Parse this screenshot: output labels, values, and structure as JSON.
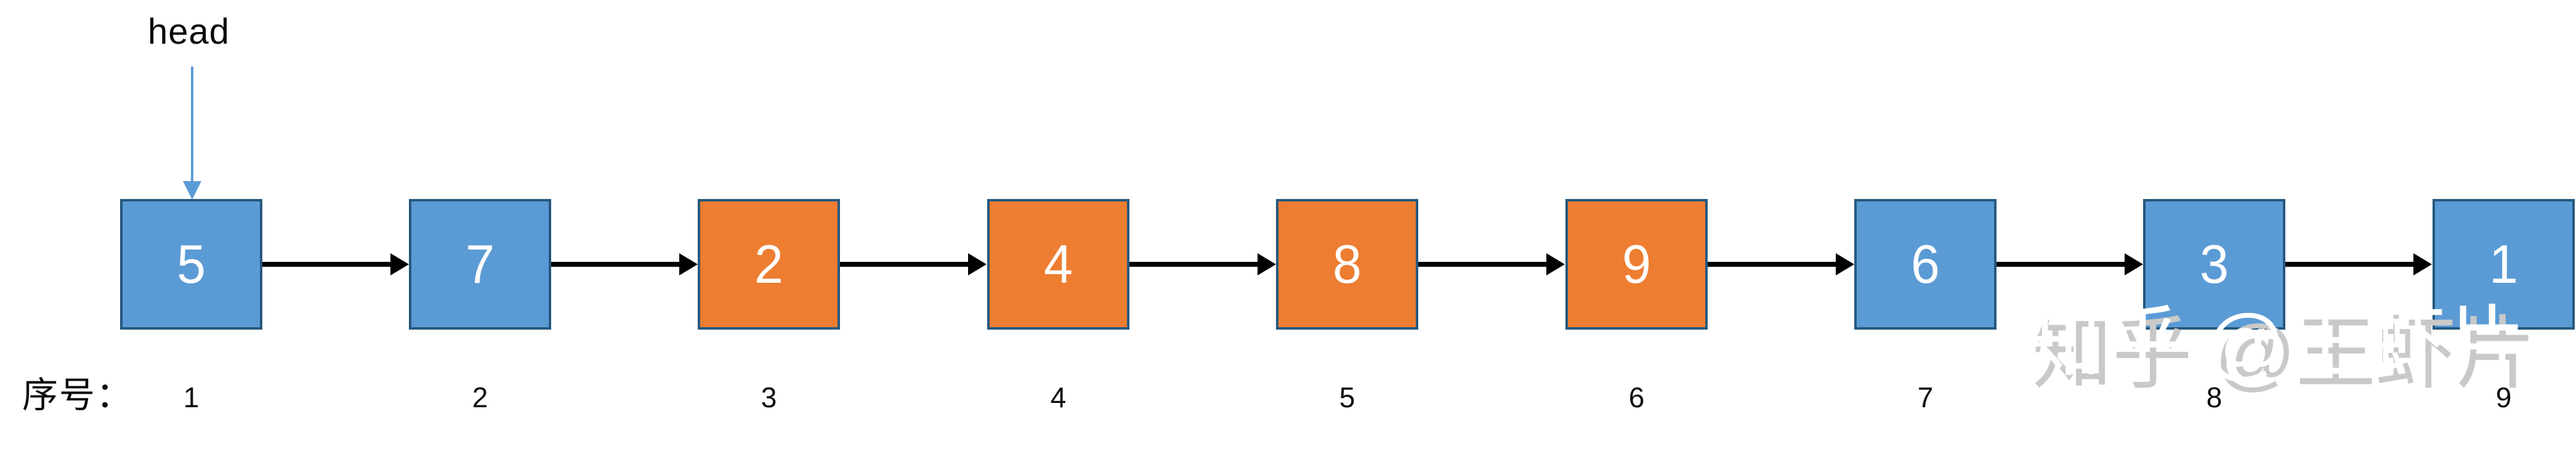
{
  "head": {
    "label": "head"
  },
  "nodes": [
    {
      "value": "5",
      "type": "blue"
    },
    {
      "value": "7",
      "type": "blue"
    },
    {
      "value": "2",
      "type": "orange"
    },
    {
      "value": "4",
      "type": "orange"
    },
    {
      "value": "8",
      "type": "orange"
    },
    {
      "value": "9",
      "type": "orange"
    },
    {
      "value": "6",
      "type": "blue"
    },
    {
      "value": "3",
      "type": "blue"
    },
    {
      "value": "1",
      "type": "blue"
    }
  ],
  "sequence": {
    "label": "序号：",
    "numbers": [
      "1",
      "2",
      "3",
      "4",
      "5",
      "6",
      "7",
      "8",
      "9"
    ]
  },
  "watermark": {
    "text": "知乎 @王虾片"
  },
  "colors": {
    "node_blue": "#5b9bd5",
    "node_orange": "#ed7d31",
    "node_border": "#26587e",
    "arrow_black": "#000000",
    "head_arrow": "#5b9bd5",
    "watermark_gray": "#c9c9c9"
  }
}
